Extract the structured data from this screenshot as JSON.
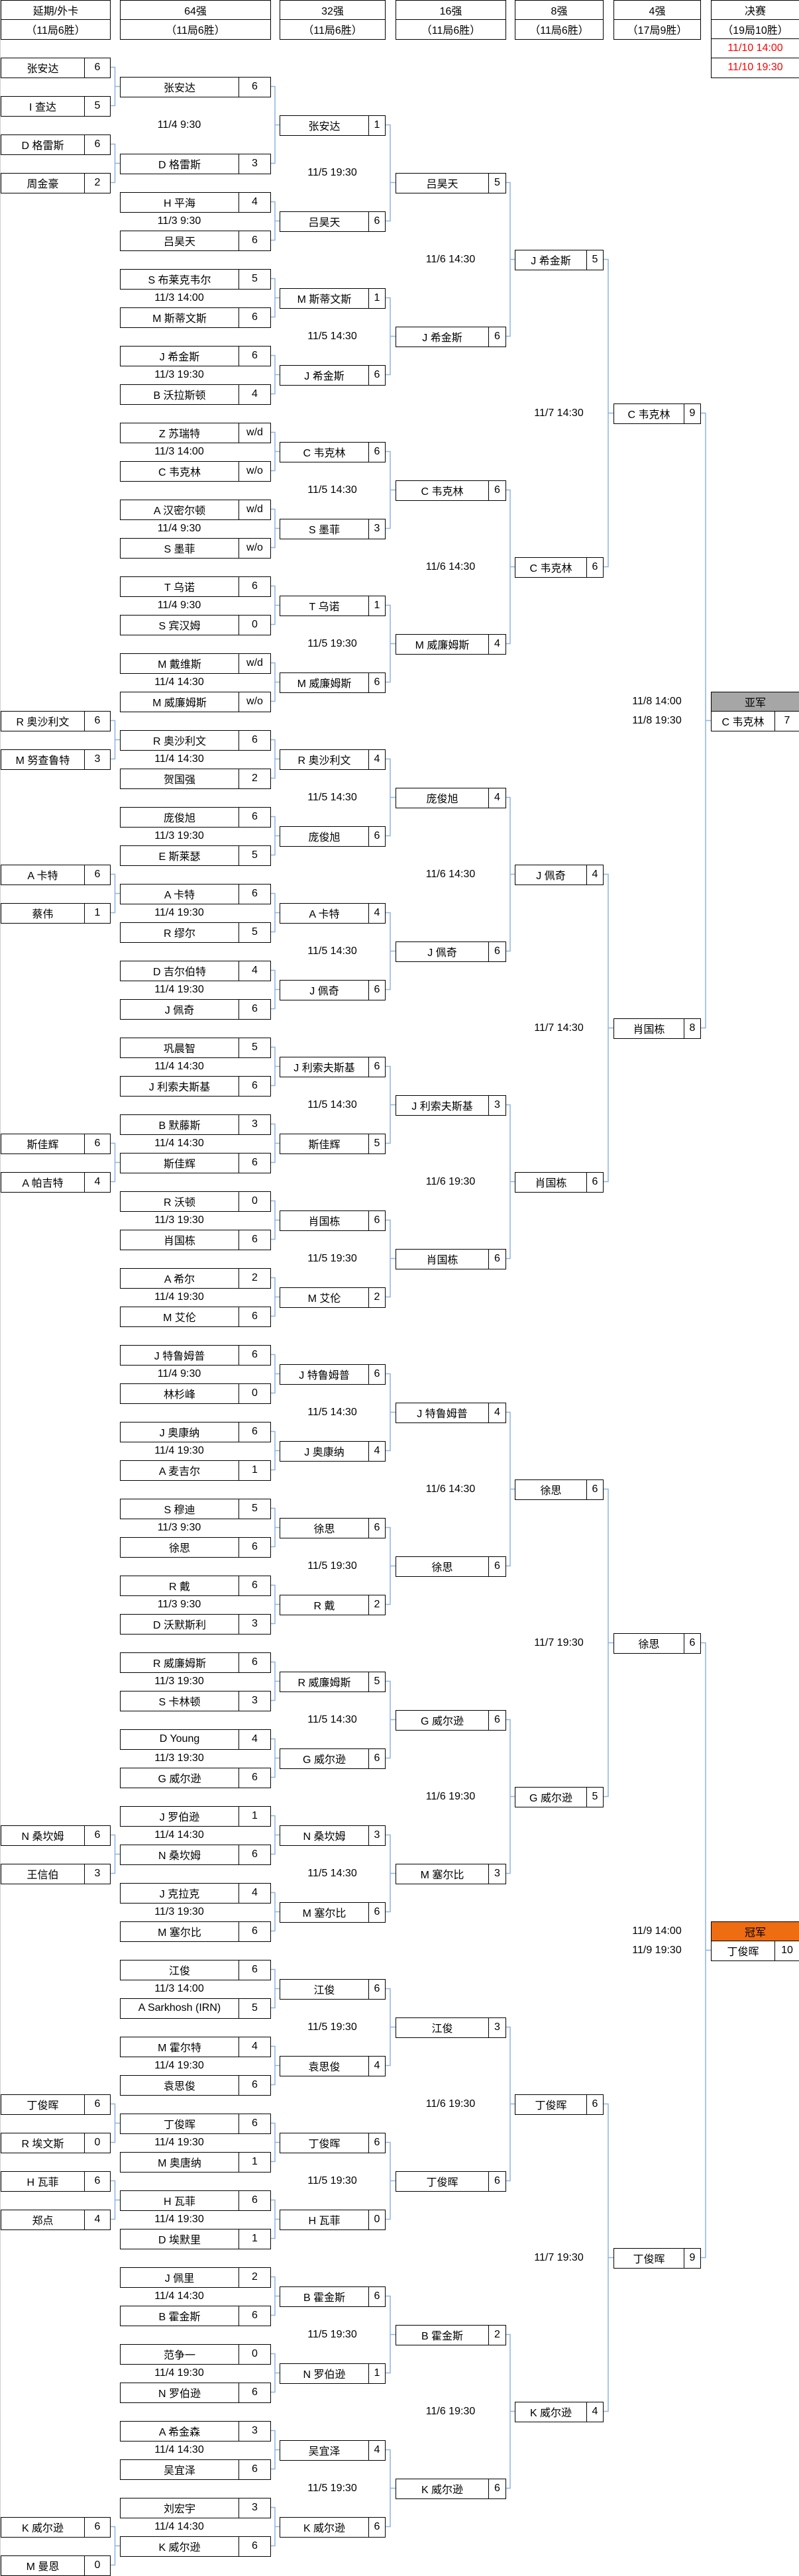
{
  "headers": [
    {
      "title": "延期/外卡",
      "format": "（11局6胜）"
    },
    {
      "title": "64强",
      "format": "（11局6胜）"
    },
    {
      "title": "32强",
      "format": "（11局6胜）"
    },
    {
      "title": "16强",
      "format": "（11局6胜）"
    },
    {
      "title": "8强",
      "format": "（11局6胜）"
    },
    {
      "title": "4强",
      "format": "（17局9胜）"
    },
    {
      "title": "决赛",
      "format": "（19局10胜）"
    }
  ],
  "final_dates": [
    "11/10 14:00",
    "11/10 19:30"
  ],
  "colors": {
    "connector": "#8db4e2",
    "final_date": "#ff0000",
    "runner_up_bg": "#a6a6a6",
    "champion_bg": "#ee6c12"
  },
  "wildcard": [
    {
      "name": "张安达",
      "score": "6"
    },
    {
      "name": "I 查达",
      "score": "5"
    },
    {
      "name": "D 格雷斯",
      "score": "6"
    },
    {
      "name": "周金豪",
      "score": "2"
    },
    {
      "name": "R 奥沙利文",
      "score": "6"
    },
    {
      "name": "M 努查鲁特",
      "score": "3"
    },
    {
      "name": "A 卡特",
      "score": "6"
    },
    {
      "name": "蔡伟",
      "score": "1"
    },
    {
      "name": "斯佳辉",
      "score": "6"
    },
    {
      "name": "A 帕吉特",
      "score": "4"
    },
    {
      "name": "N 桑坎姆",
      "score": "6"
    },
    {
      "name": "王信伯",
      "score": "3"
    },
    {
      "name": "丁俊晖",
      "score": "6"
    },
    {
      "name": "R 埃文斯",
      "score": "0"
    },
    {
      "name": "H 瓦菲",
      "score": "6"
    },
    {
      "name": "郑点",
      "score": "4"
    },
    {
      "name": "K 威尔逊",
      "score": "6"
    },
    {
      "name": "M 曼恩",
      "score": "0"
    }
  ],
  "r64": [
    {
      "date": "11/4 9:30",
      "players": [
        {
          "name": "张安达",
          "score": "6"
        },
        {
          "name": "D 格雷斯",
          "score": "3"
        }
      ]
    },
    {
      "date": "11/3 9:30",
      "players": [
        {
          "name": "H 平海",
          "score": "4"
        },
        {
          "name": "吕昊天",
          "score": "6"
        }
      ]
    },
    {
      "date": "11/3 14:00",
      "players": [
        {
          "name": "S 布莱克韦尔",
          "score": "5"
        },
        {
          "name": "M 斯蒂文斯",
          "score": "6"
        }
      ]
    },
    {
      "date": "11/3 19:30",
      "players": [
        {
          "name": "J 希金斯",
          "score": "6"
        },
        {
          "name": "B 沃拉斯顿",
          "score": "4"
        }
      ]
    },
    {
      "date": "11/3 14:00",
      "players": [
        {
          "name": "Z 苏瑞特",
          "score": "w/d"
        },
        {
          "name": "C 韦克林",
          "score": "w/o"
        }
      ]
    },
    {
      "date": "11/4 9:30",
      "players": [
        {
          "name": "A 汉密尔顿",
          "score": "w/d"
        },
        {
          "name": "S 墨菲",
          "score": "w/o"
        }
      ]
    },
    {
      "date": "11/4 9:30",
      "players": [
        {
          "name": "T 乌诺",
          "score": "6"
        },
        {
          "name": "S 宾汉姆",
          "score": "0"
        }
      ]
    },
    {
      "date": "11/4 14:30",
      "players": [
        {
          "name": "M 戴维斯",
          "score": "w/d"
        },
        {
          "name": "M 威廉姆斯",
          "score": "w/o"
        }
      ]
    },
    {
      "date": "11/4 14:30",
      "players": [
        {
          "name": "R 奥沙利文",
          "score": "6"
        },
        {
          "name": "贺国强",
          "score": "2"
        }
      ]
    },
    {
      "date": "11/3 19:30",
      "players": [
        {
          "name": "庞俊旭",
          "score": "6"
        },
        {
          "name": "E 斯莱瑟",
          "score": "5"
        }
      ]
    },
    {
      "date": "11/4 19:30",
      "players": [
        {
          "name": "A 卡特",
          "score": "6"
        },
        {
          "name": "R 缪尔",
          "score": "5"
        }
      ]
    },
    {
      "date": "11/4 19:30",
      "players": [
        {
          "name": "D 吉尔伯特",
          "score": "4"
        },
        {
          "name": "J 佩奇",
          "score": "6"
        }
      ]
    },
    {
      "date": "11/4 14:30",
      "players": [
        {
          "name": "巩晨智",
          "score": "5"
        },
        {
          "name": "J 利索夫斯基",
          "score": "6"
        }
      ]
    },
    {
      "date": "11/4 14:30",
      "players": [
        {
          "name": "B 默藤斯",
          "score": "3"
        },
        {
          "name": "斯佳辉",
          "score": "6"
        }
      ]
    },
    {
      "date": "11/3 19:30",
      "players": [
        {
          "name": "R 沃顿",
          "score": "0"
        },
        {
          "name": "肖国栋",
          "score": "6"
        }
      ]
    },
    {
      "date": "11/4 19:30",
      "players": [
        {
          "name": "A 希尔",
          "score": "2"
        },
        {
          "name": "M 艾伦",
          "score": "6"
        }
      ]
    },
    {
      "date": "11/4 9:30",
      "players": [
        {
          "name": "J 特鲁姆普",
          "score": "6"
        },
        {
          "name": "林杉峰",
          "score": "0"
        }
      ]
    },
    {
      "date": "11/4 19:30",
      "players": [
        {
          "name": "J 奥康纳",
          "score": "6"
        },
        {
          "name": "A 麦吉尔",
          "score": "1"
        }
      ]
    },
    {
      "date": "11/3 9:30",
      "players": [
        {
          "name": "S 穆迪",
          "score": "5"
        },
        {
          "name": "徐思",
          "score": "6"
        }
      ]
    },
    {
      "date": "11/3 9:30",
      "players": [
        {
          "name": "R 戴",
          "score": "6"
        },
        {
          "name": "D 沃默斯利",
          "score": "3"
        }
      ]
    },
    {
      "date": "11/3 19:30",
      "players": [
        {
          "name": "R 威廉姆斯",
          "score": "6"
        },
        {
          "name": "S 卡林顿",
          "score": "3"
        }
      ]
    },
    {
      "date": "11/3 19:30",
      "players": [
        {
          "name": "D Young",
          "score": "4"
        },
        {
          "name": "G 威尔逊",
          "score": "6"
        }
      ]
    },
    {
      "date": "11/4 14:30",
      "players": [
        {
          "name": "J 罗伯逊",
          "score": "1"
        },
        {
          "name": "N 桑坎姆",
          "score": "6"
        }
      ]
    },
    {
      "date": "11/3 19:30",
      "players": [
        {
          "name": "J 克拉克",
          "score": "4"
        },
        {
          "name": "M 塞尔比",
          "score": "6"
        }
      ]
    },
    {
      "date": "11/3 14:00",
      "players": [
        {
          "name": "江俊",
          "score": "6"
        },
        {
          "name": "A Sarkhosh (IRN)",
          "score": "5"
        }
      ]
    },
    {
      "date": "11/4 19:30",
      "players": [
        {
          "name": "M 霍尔特",
          "score": "4"
        },
        {
          "name": "袁思俊",
          "score": "6"
        }
      ]
    },
    {
      "date": "11/4 19:30",
      "players": [
        {
          "name": "丁俊晖",
          "score": "6"
        },
        {
          "name": "M 奥唐纳",
          "score": "1"
        }
      ]
    },
    {
      "date": "11/4 19:30",
      "players": [
        {
          "name": "H 瓦菲",
          "score": "6"
        },
        {
          "name": "D 埃默里",
          "score": "1"
        }
      ]
    },
    {
      "date": "11/4 14:30",
      "players": [
        {
          "name": "J 佩里",
          "score": "2"
        },
        {
          "name": "B 霍金斯",
          "score": "6"
        }
      ]
    },
    {
      "date": "11/4 19:30",
      "players": [
        {
          "name": "范争一",
          "score": "0"
        },
        {
          "name": "N 罗伯逊",
          "score": "6"
        }
      ]
    },
    {
      "date": "11/4 14:30",
      "players": [
        {
          "name": "A 希金森",
          "score": "3"
        },
        {
          "name": "吴宜泽",
          "score": "6"
        }
      ]
    },
    {
      "date": "11/4 14:30",
      "players": [
        {
          "name": "刘宏宇",
          "score": "3"
        },
        {
          "name": "K 威尔逊",
          "score": "6"
        }
      ]
    }
  ],
  "r32": [
    {
      "date": "11/5 19:30",
      "players": [
        {
          "name": "张安达",
          "score": "1"
        },
        {
          "name": "吕昊天",
          "score": "6"
        }
      ]
    },
    {
      "date": "11/5 14:30",
      "players": [
        {
          "name": "M 斯蒂文斯",
          "score": "1"
        },
        {
          "name": "J 希金斯",
          "score": "6"
        }
      ]
    },
    {
      "date": "11/5 14:30",
      "players": [
        {
          "name": "C 韦克林",
          "score": "6"
        },
        {
          "name": "S 墨菲",
          "score": "3"
        }
      ]
    },
    {
      "date": "11/5 19:30",
      "players": [
        {
          "name": "T 乌诺",
          "score": "1"
        },
        {
          "name": "M 威廉姆斯",
          "score": "6"
        }
      ]
    },
    {
      "date": "11/5 14:30",
      "players": [
        {
          "name": "R 奥沙利文",
          "score": "4"
        },
        {
          "name": "庞俊旭",
          "score": "6"
        }
      ]
    },
    {
      "date": "11/5 14:30",
      "players": [
        {
          "name": "A 卡特",
          "score": "4"
        },
        {
          "name": "J 佩奇",
          "score": "6"
        }
      ]
    },
    {
      "date": "11/5 14:30",
      "players": [
        {
          "name": "J 利索夫斯基",
          "score": "6"
        },
        {
          "name": "斯佳辉",
          "score": "5"
        }
      ]
    },
    {
      "date": "11/5 19:30",
      "players": [
        {
          "name": "肖国栋",
          "score": "6"
        },
        {
          "name": "M 艾伦",
          "score": "2"
        }
      ]
    },
    {
      "date": "11/5 14:30",
      "players": [
        {
          "name": "J 特鲁姆普",
          "score": "6"
        },
        {
          "name": "J 奥康纳",
          "score": "4"
        }
      ]
    },
    {
      "date": "11/5 19:30",
      "players": [
        {
          "name": "徐思",
          "score": "6"
        },
        {
          "name": "R 戴",
          "score": "2"
        }
      ]
    },
    {
      "date": "11/5 14:30",
      "players": [
        {
          "name": "R 威廉姆斯",
          "score": "5"
        },
        {
          "name": "G 威尔逊",
          "score": "6"
        }
      ]
    },
    {
      "date": "11/5 14:30",
      "players": [
        {
          "name": "N 桑坎姆",
          "score": "3"
        },
        {
          "name": "M 塞尔比",
          "score": "6"
        }
      ]
    },
    {
      "date": "11/5 19:30",
      "players": [
        {
          "name": "江俊",
          "score": "6"
        },
        {
          "name": "袁思俊",
          "score": "4"
        }
      ]
    },
    {
      "date": "11/5 19:30",
      "players": [
        {
          "name": "丁俊晖",
          "score": "6"
        },
        {
          "name": "H 瓦菲",
          "score": "0"
        }
      ]
    },
    {
      "date": "11/5 19:30",
      "players": [
        {
          "name": "B 霍金斯",
          "score": "6"
        },
        {
          "name": "N 罗伯逊",
          "score": "1"
        }
      ]
    },
    {
      "date": "11/5 19:30",
      "players": [
        {
          "name": "吴宜泽",
          "score": "4"
        },
        {
          "name": "K 威尔逊",
          "score": "6"
        }
      ]
    }
  ],
  "r16": [
    {
      "date": "11/6 14:30",
      "players": [
        {
          "name": "吕昊天",
          "score": "5"
        },
        {
          "name": "J 希金斯",
          "score": "6"
        }
      ]
    },
    {
      "date": "11/6 14:30",
      "players": [
        {
          "name": "C 韦克林",
          "score": "6"
        },
        {
          "name": "M 威廉姆斯",
          "score": "4"
        }
      ]
    },
    {
      "date": "11/6 14:30",
      "players": [
        {
          "name": "庞俊旭",
          "score": "4"
        },
        {
          "name": "J 佩奇",
          "score": "6"
        }
      ]
    },
    {
      "date": "11/6 19:30",
      "players": [
        {
          "name": "J 利索夫斯基",
          "score": "3"
        },
        {
          "name": "肖国栋",
          "score": "6"
        }
      ]
    },
    {
      "date": "11/6 14:30",
      "players": [
        {
          "name": "J 特鲁姆普",
          "score": "4"
        },
        {
          "name": "徐思",
          "score": "6"
        }
      ]
    },
    {
      "date": "11/6 19:30",
      "players": [
        {
          "name": "G 威尔逊",
          "score": "6"
        },
        {
          "name": "M 塞尔比",
          "score": "3"
        }
      ]
    },
    {
      "date": "11/6 19:30",
      "players": [
        {
          "name": "江俊",
          "score": "3"
        },
        {
          "name": "丁俊晖",
          "score": "6"
        }
      ]
    },
    {
      "date": "11/6 19:30",
      "players": [
        {
          "name": "B 霍金斯",
          "score": "2"
        },
        {
          "name": "K 威尔逊",
          "score": "6"
        }
      ]
    }
  ],
  "qf": [
    {
      "date": "11/7 14:30",
      "players": [
        {
          "name": "J 希金斯",
          "score": "5"
        },
        {
          "name": "C 韦克林",
          "score": "6"
        }
      ]
    },
    {
      "date": "11/7 14:30",
      "players": [
        {
          "name": "J 佩奇",
          "score": "4"
        },
        {
          "name": "肖国栋",
          "score": "6"
        }
      ]
    },
    {
      "date": "11/7 19:30",
      "players": [
        {
          "name": "徐思",
          "score": "6"
        },
        {
          "name": "G 威尔逊",
          "score": "5"
        }
      ]
    },
    {
      "date": "11/7 19:30",
      "players": [
        {
          "name": "丁俊晖",
          "score": "6"
        },
        {
          "name": "K 威尔逊",
          "score": "4"
        }
      ]
    }
  ],
  "sf": [
    {
      "dates": [
        "11/8 14:00",
        "11/8 19:30"
      ],
      "players": [
        {
          "name": "C 韦克林",
          "score": "9"
        },
        {
          "name": "肖国栋",
          "score": "8"
        }
      ]
    },
    {
      "dates": [
        "11/9 14:00",
        "11/9 19:30"
      ],
      "players": [
        {
          "name": "徐思",
          "score": "6"
        },
        {
          "name": "丁俊晖",
          "score": "9"
        }
      ]
    }
  ],
  "final": [
    {
      "label": "亚军",
      "name": "C 韦克林",
      "score": "7"
    },
    {
      "label": "冠军",
      "name": "丁俊晖",
      "score": "10"
    }
  ]
}
